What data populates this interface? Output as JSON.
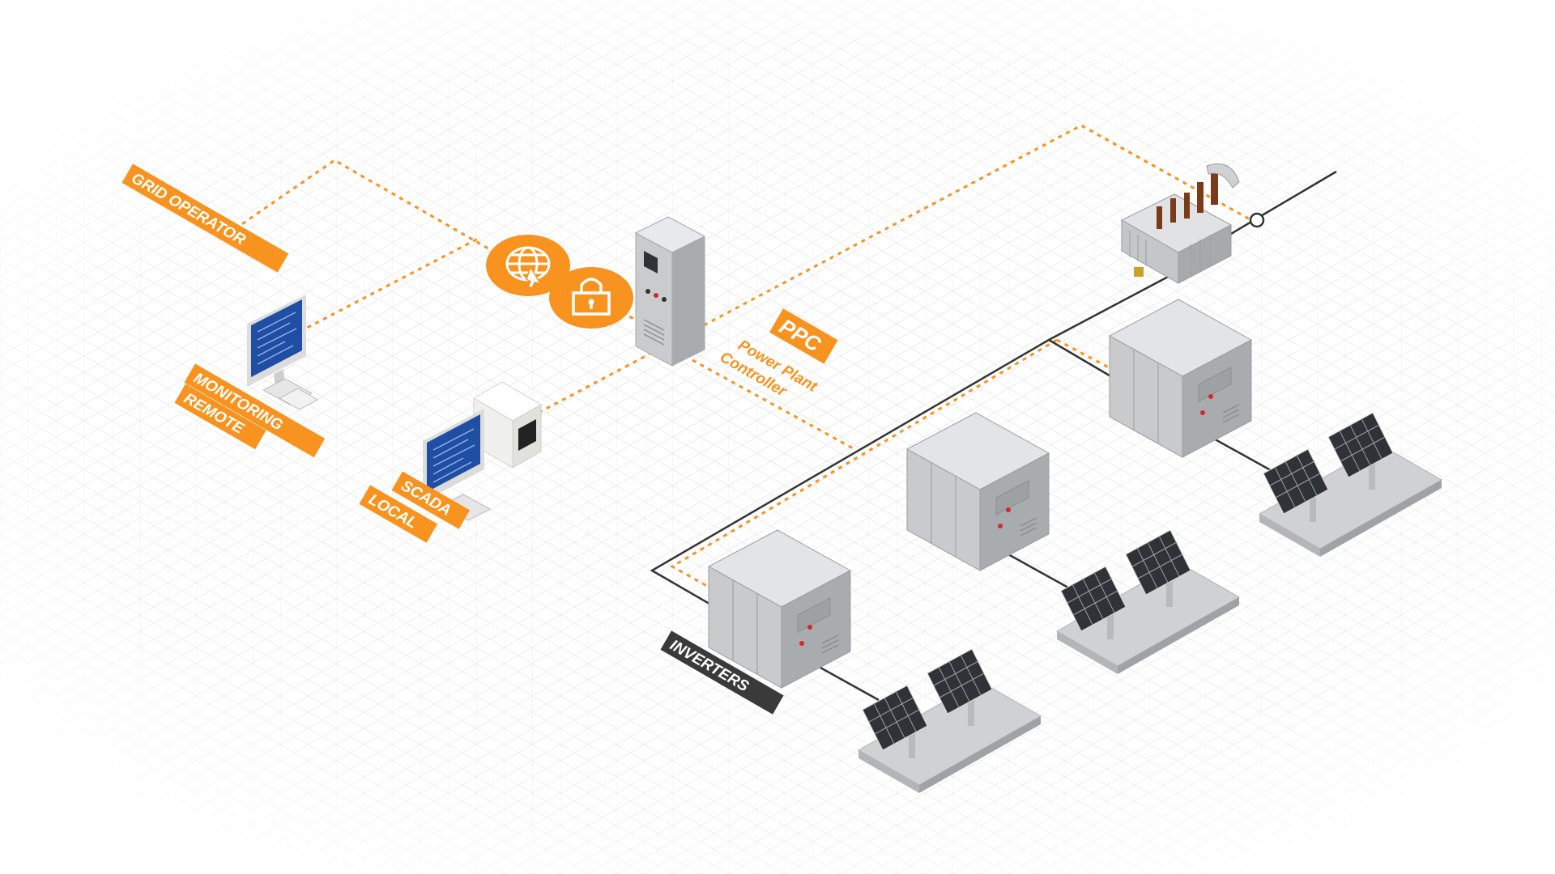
{
  "labels": {
    "grid_operator": "GRID OPERATOR",
    "monitoring": "MONITORING",
    "remote": "REMOTE",
    "scada": "SCADA",
    "local": "LOCAL",
    "ppc": "PPC",
    "ppc_line1": "Power Plant",
    "ppc_line2": "Controller",
    "inverters": "INVERTERS"
  },
  "colors": {
    "accent": "#f7931e",
    "dark_label": "#3a3a3a",
    "equipment": "#c9cbcd",
    "panel": "#2f3338",
    "screen": "#1f4ea3",
    "grid": "#ececec"
  },
  "icons": {
    "internet": "globe-cursor-icon",
    "security": "padlock-icon"
  }
}
